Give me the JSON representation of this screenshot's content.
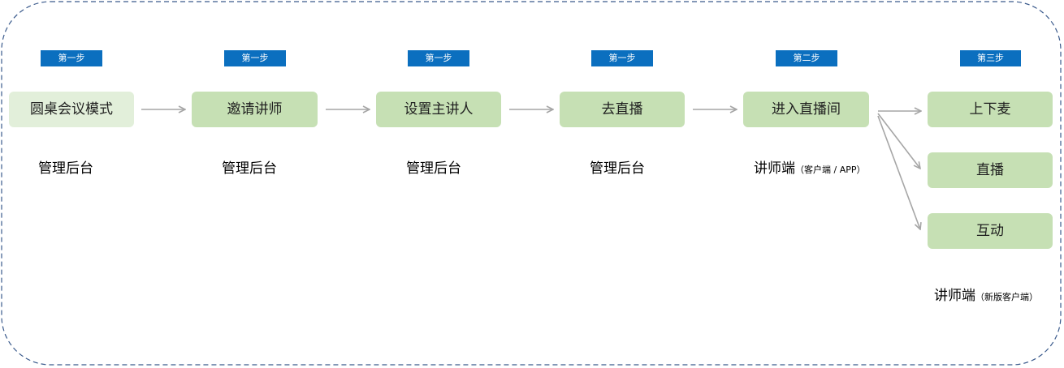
{
  "colors": {
    "badge": "#0b6fbf",
    "box": "#c6e0b4",
    "box_first": "#e2efda",
    "arrow": "#a6a6a6",
    "frame_border": "#3a5a8c"
  },
  "steps": [
    {
      "badge": "第一步",
      "box": "圆桌会议模式",
      "caption": "管理后台"
    },
    {
      "badge": "第一步",
      "box": "邀请讲师",
      "caption": "管理后台"
    },
    {
      "badge": "第一步",
      "box": "设置主讲人",
      "caption": "管理后台"
    },
    {
      "badge": "第一步",
      "box": "去直播",
      "caption": "管理后台"
    },
    {
      "badge": "第二步",
      "box": "进入直播间",
      "caption": "讲师端",
      "caption_note": "（客户端 / APP）"
    }
  ],
  "final_step": {
    "badge": "第三步",
    "boxes": [
      "上下麦",
      "直播",
      "互动"
    ],
    "caption": "讲师端",
    "caption_note": "（新版客户端）"
  }
}
